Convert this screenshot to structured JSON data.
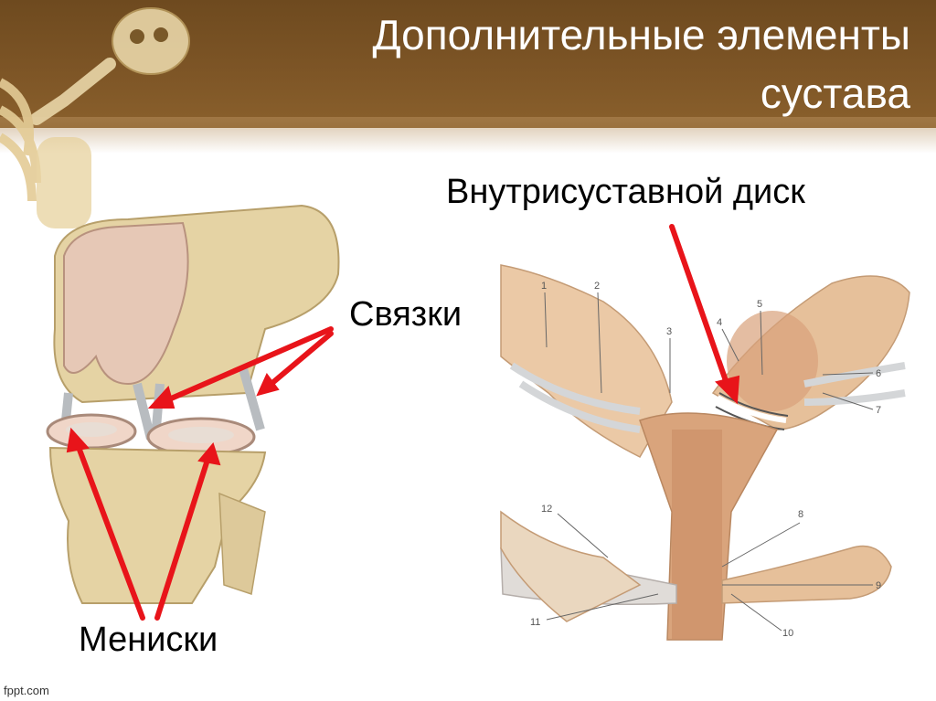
{
  "slide": {
    "title_line1": "Дополнительные элементы",
    "title_line2": "сустава"
  },
  "labels": {
    "disc": "Внутрисуставной диск",
    "ligaments": "Связки",
    "menisci": "Мениски"
  },
  "diagram_numbers": [
    "1",
    "2",
    "3",
    "4",
    "5",
    "6",
    "7",
    "8",
    "9",
    "10",
    "11",
    "12"
  ],
  "footer": "fppt.com",
  "colors": {
    "header": "#7d5526",
    "arrow": "#e8141a",
    "bone": "#e9d9a8",
    "cartilage": "#e8c7b4"
  }
}
